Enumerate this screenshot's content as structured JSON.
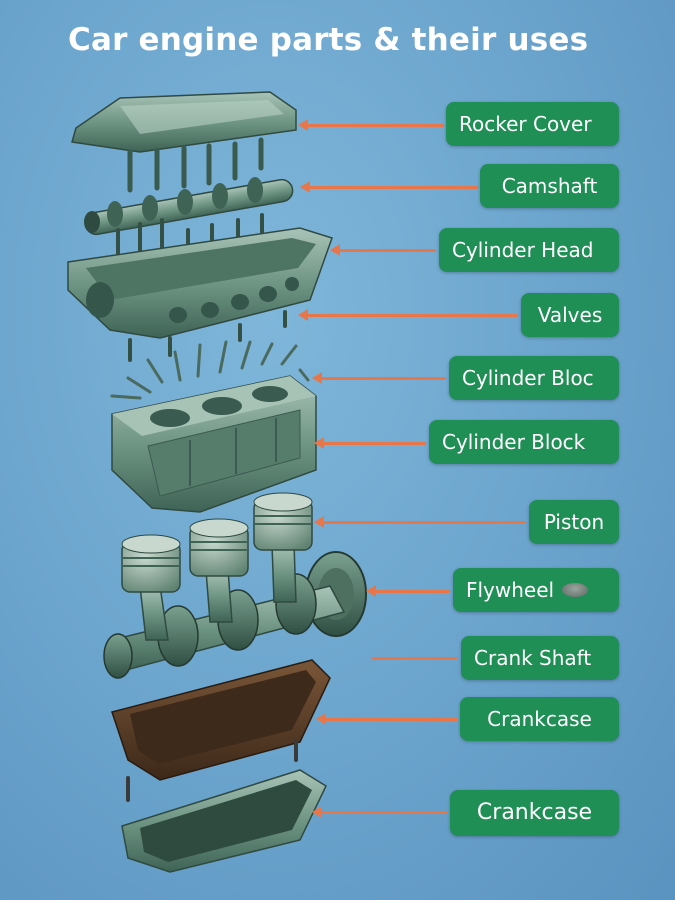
{
  "title": "Car engine parts & their uses",
  "labels": [
    {
      "id": "rocker-cover",
      "text": "Rocker Cover"
    },
    {
      "id": "camshaft",
      "text": "Camshaft"
    },
    {
      "id": "cylinder-head",
      "text": "Cylinder Head"
    },
    {
      "id": "valves",
      "text": "Valves"
    },
    {
      "id": "cylinder-bloc",
      "text": "Cylinder Bloc"
    },
    {
      "id": "cylinder-block",
      "text": "Cylinder Block"
    },
    {
      "id": "piston",
      "text": "Piston"
    },
    {
      "id": "flywheel",
      "text": "Flywheel",
      "icon": "flywheel-disc-icon"
    },
    {
      "id": "crank-shaft",
      "text": "Crank Shaft"
    },
    {
      "id": "crankcase-1",
      "text": "Crankcase"
    },
    {
      "id": "crankcase-2",
      "text": "Crankcase"
    }
  ],
  "colors": {
    "background": "#6aa3cc",
    "label_fill": "#1f8f55",
    "arrow": "#e7774a",
    "metal_green": "#5f8a78",
    "oil_pan_brown": "#5a3e2b"
  }
}
